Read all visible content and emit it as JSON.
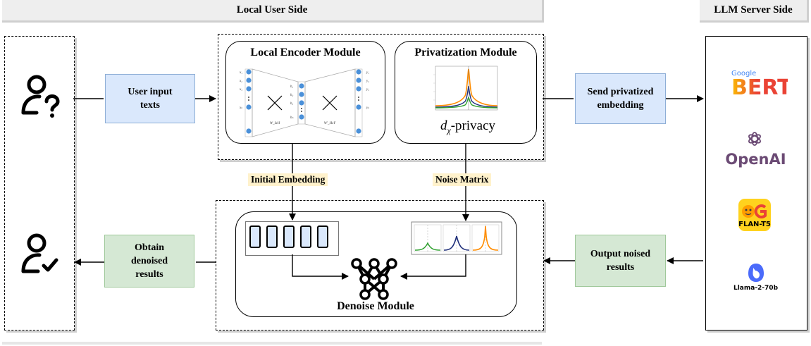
{
  "headers": {
    "local_side": "Local User Side",
    "server_side": "LLM Server Side"
  },
  "modules": {
    "encoder": "Local Encoder Module",
    "privatization": "Privatization Module",
    "privacy_label_math": "d",
    "privacy_label_sub": "χ",
    "privacy_label_rest": "-privacy",
    "denoise": "Denoise Module"
  },
  "boxes": {
    "user_input": "User input texts",
    "send_embedding": "Send privatized embedding",
    "obtain_results": "Obtain denoised results",
    "output_noised": "Output noised results"
  },
  "tags": {
    "initial_embedding": "Initial Embedding",
    "noise_matrix": "Noise Matrix"
  },
  "encoder_labels": {
    "inputs": [
      "x₁",
      "x₂",
      "x₃",
      "xₙ"
    ],
    "hidden_left": [
      "h₁",
      "h₂",
      "h₃",
      "hₙ"
    ],
    "outputs": [
      "y₁",
      "y₂",
      "y₃",
      "yₙ"
    ],
    "w_left": "W_IxH",
    "w_right": "W'_HxY"
  },
  "server_models": {
    "bert_brand": "Google",
    "bert": "BERT",
    "openai": "OpenAI",
    "flan": "FLAN-T5",
    "llama": "Llama-2-70b"
  },
  "colors": {
    "blue_box": "#dae8fc",
    "green_box": "#d5e8d4",
    "tag": "#fff2cc",
    "embedding_cell": "#dae8fc",
    "curve_green": "#2ca02c",
    "curve_navy": "#1f2f7a",
    "curve_orange": "#ff8c00"
  }
}
